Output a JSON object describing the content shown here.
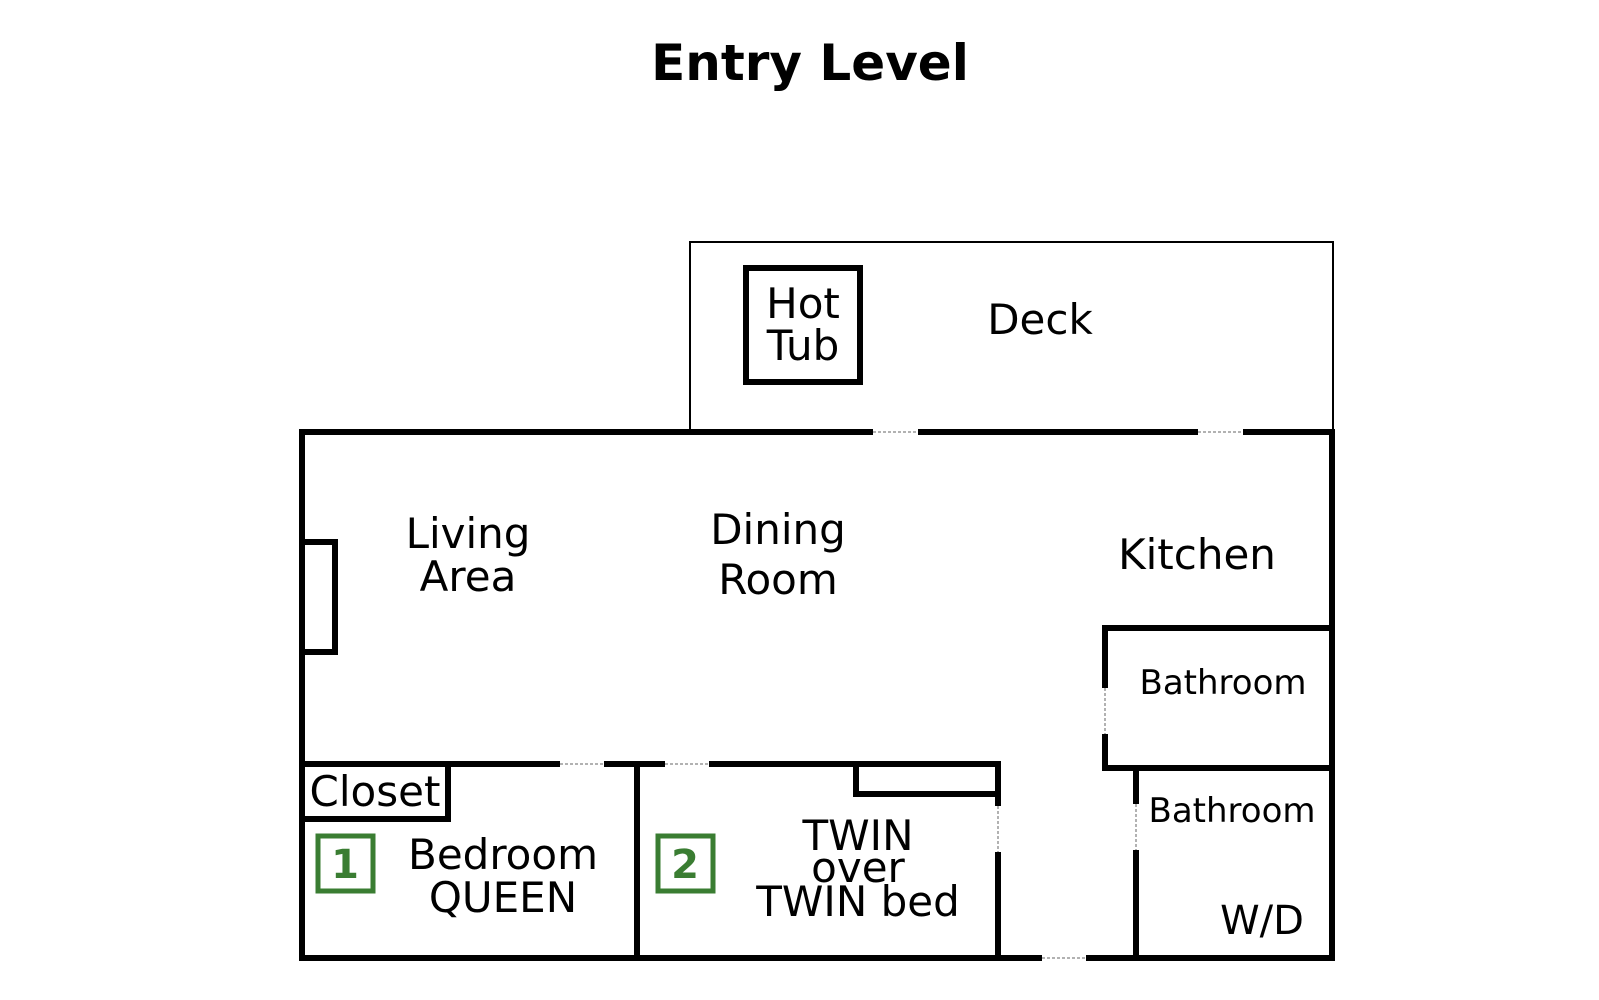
{
  "title": "Entry Level",
  "rooms": {
    "hot_tub": [
      "Hot",
      "Tub"
    ],
    "deck": "Deck",
    "living": [
      "Living",
      "Area"
    ],
    "dining": [
      "Dining",
      "Room"
    ],
    "kitchen": "Kitchen",
    "bathroom_upper": "Bathroom",
    "bathroom_lower": "Bathroom",
    "wd": "W/D",
    "closet": "Closet",
    "bedroom1": [
      "Bedroom",
      "QUEEN"
    ],
    "bedroom2": [
      "TWIN",
      "over",
      "TWIN bed"
    ]
  },
  "bedroom_numbers": [
    "1",
    "2"
  ],
  "colors": {
    "walls": "#000000",
    "bedroom_badge": "#3a7d32"
  }
}
